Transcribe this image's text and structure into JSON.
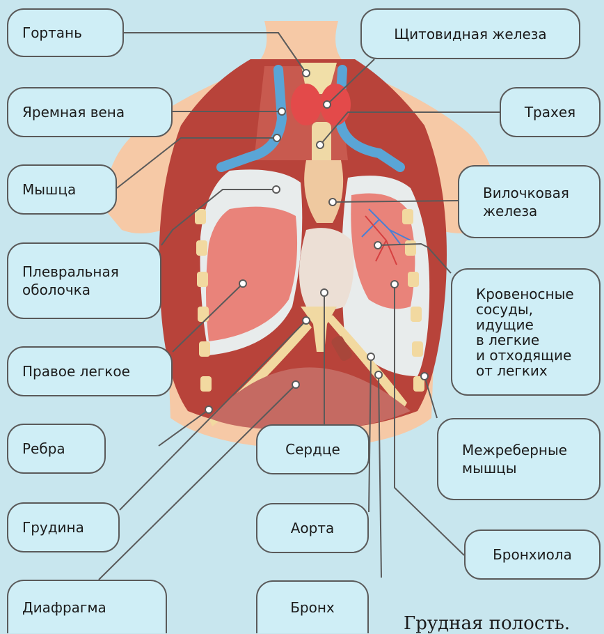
{
  "labels": {
    "larynx": "Гортань",
    "thyroid": "Щитовидная железа",
    "jugular_vein": "Яремная вена",
    "trachea": "Трахея",
    "muscle": "Мышца",
    "thymus": "Вилочковая\nжелеза",
    "pleura": "Плевральная\nоболочка",
    "blood_vessels": "Кровеносные\nсосуды,\nидущие\nв легкие\nи отходящие\nот легких",
    "right_lung": "Правое легкое",
    "ribs": "Ребра",
    "heart": "Сердце",
    "intercostal_muscles": "Межреберные\nмышцы",
    "sternum": "Грудина",
    "aorta": "Аорта",
    "bronchiole": "Бронхиола",
    "diaphragm": "Диафрагма",
    "bronchus": "Бронх"
  },
  "caption": "Грудная полость.",
  "colors": {
    "background": "#c8e6ee",
    "label_fill": "#cfeef6",
    "skin": "#f6c9a6",
    "muscle": "#c2554a",
    "lung": "#e9837a",
    "pleura": "#e8ecec",
    "vein": "#5aa5d6",
    "thyroid": "#e34a4a",
    "bone": "#f2d9a0"
  }
}
